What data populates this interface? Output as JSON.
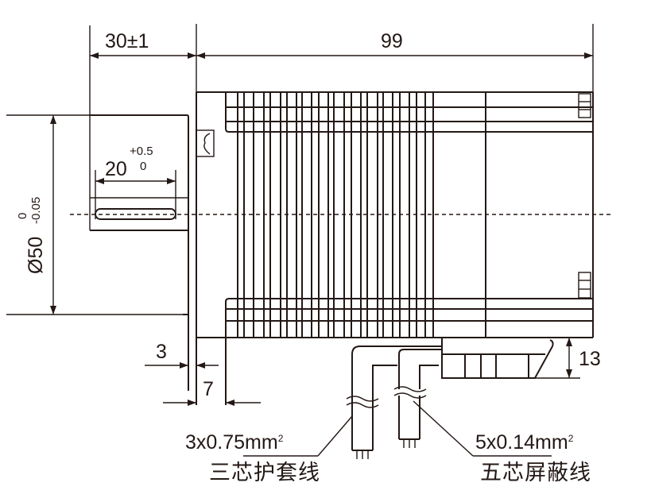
{
  "drawing": {
    "title": "Stepper motor outline dimension drawing",
    "line_color": "#231815",
    "background": "#ffffff"
  },
  "dimensions": {
    "shaft_length": "30±1",
    "body_length": "99",
    "key_length_value": "20",
    "key_length_tol_upper": "+0.5",
    "key_length_tol_lower": "0",
    "pilot_diameter_value": "Ø50",
    "pilot_diameter_tol_upper": "0",
    "pilot_diameter_tol_lower": "-0.05",
    "flange_thickness": "3",
    "front_cap_offset": "7",
    "connector_height": "13"
  },
  "cables": [
    {
      "spec": "3x0.75mm",
      "spec_superscript": "2",
      "description": "三芯护套线"
    },
    {
      "spec": "5x0.14mm",
      "spec_superscript": "2",
      "description": "五芯屏蔽线"
    }
  ],
  "geometry": {
    "fin_lines_x": [
      299,
      307,
      319,
      332,
      340,
      353,
      361,
      373,
      380,
      392,
      401,
      413,
      420,
      433,
      442,
      454,
      462,
      475,
      482,
      494,
      503,
      515,
      524,
      535
    ]
  }
}
